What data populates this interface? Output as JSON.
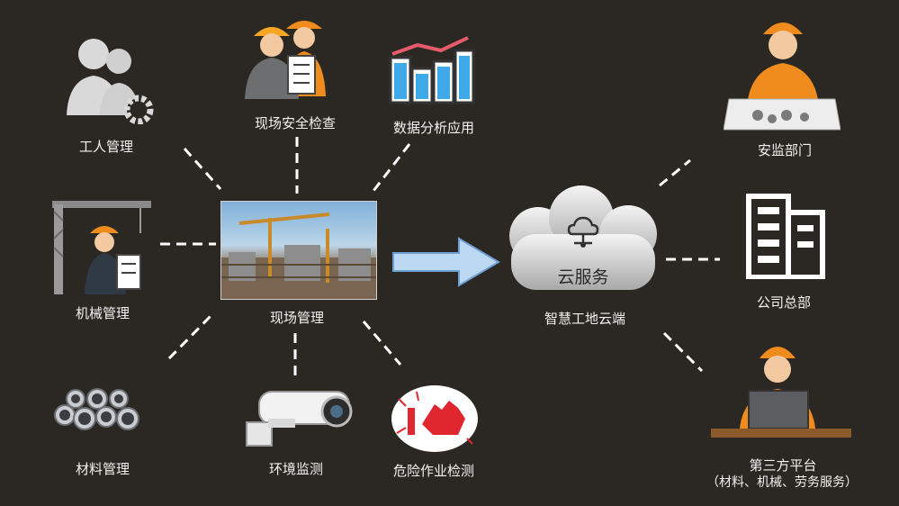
{
  "center": {
    "site_label": "现场管理",
    "cloud_label": "云服务",
    "cloud_caption": "智慧工地云端"
  },
  "left_nodes": {
    "worker": "工人管理",
    "safety": "现场安全检查",
    "data": "数据分析应用",
    "machine": "机械管理",
    "material": "材料管理",
    "env": "环境监测",
    "danger": "危险作业检测"
  },
  "right_nodes": {
    "supervision": "安监部门",
    "hq": "公司总部",
    "third_party": "第三方平台",
    "third_party_sub": "（材料、机械、劳务服务）"
  },
  "colors": {
    "background": "#2b2823",
    "accent_orange": "#f08c1e",
    "arrow_blue": "#bcd8f2",
    "dash": "#ffffff"
  }
}
